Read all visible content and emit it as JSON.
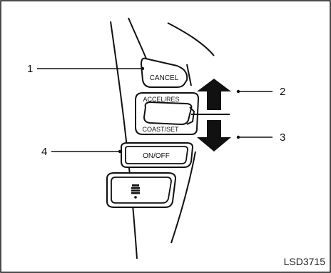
{
  "diagram": {
    "callouts": [
      {
        "number": "1",
        "target": "CANCEL"
      },
      {
        "number": "2",
        "target": "ACCEL/RES"
      },
      {
        "number": "3",
        "target": "COAST/SET"
      },
      {
        "number": "4",
        "target": "ON/OFF"
      }
    ],
    "buttons": {
      "cancel_label": "CANCEL",
      "accel_res_label": "ACCEL/RES",
      "coast_set_label": "COAST/SET",
      "on_off_label": "ON/OFF"
    },
    "figure_code": "LSD3715"
  }
}
